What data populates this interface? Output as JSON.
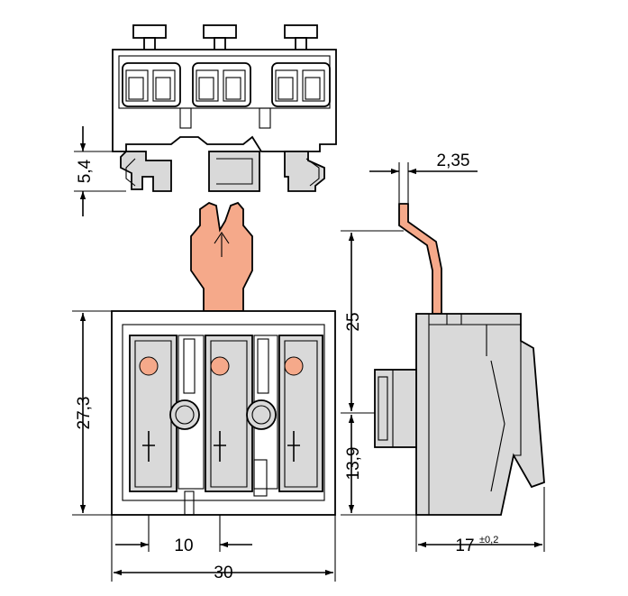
{
  "colors": {
    "housing": "#ffffff",
    "housing_gray": "#d9d9d9",
    "housing_gray_dark": "#c4c4c4",
    "contact_copper": "#f5a98a",
    "led_yellow": "#f3ff3c",
    "line": "#000000"
  },
  "dimensions": {
    "d_5_4": "5,4",
    "d_2_35": "2,35",
    "d_25": "25",
    "d_27_3": "27,3",
    "d_13_9": "13,9",
    "d_10": "10",
    "d_30": "30",
    "d_17": "17",
    "d_17_tol": "±0,2"
  }
}
